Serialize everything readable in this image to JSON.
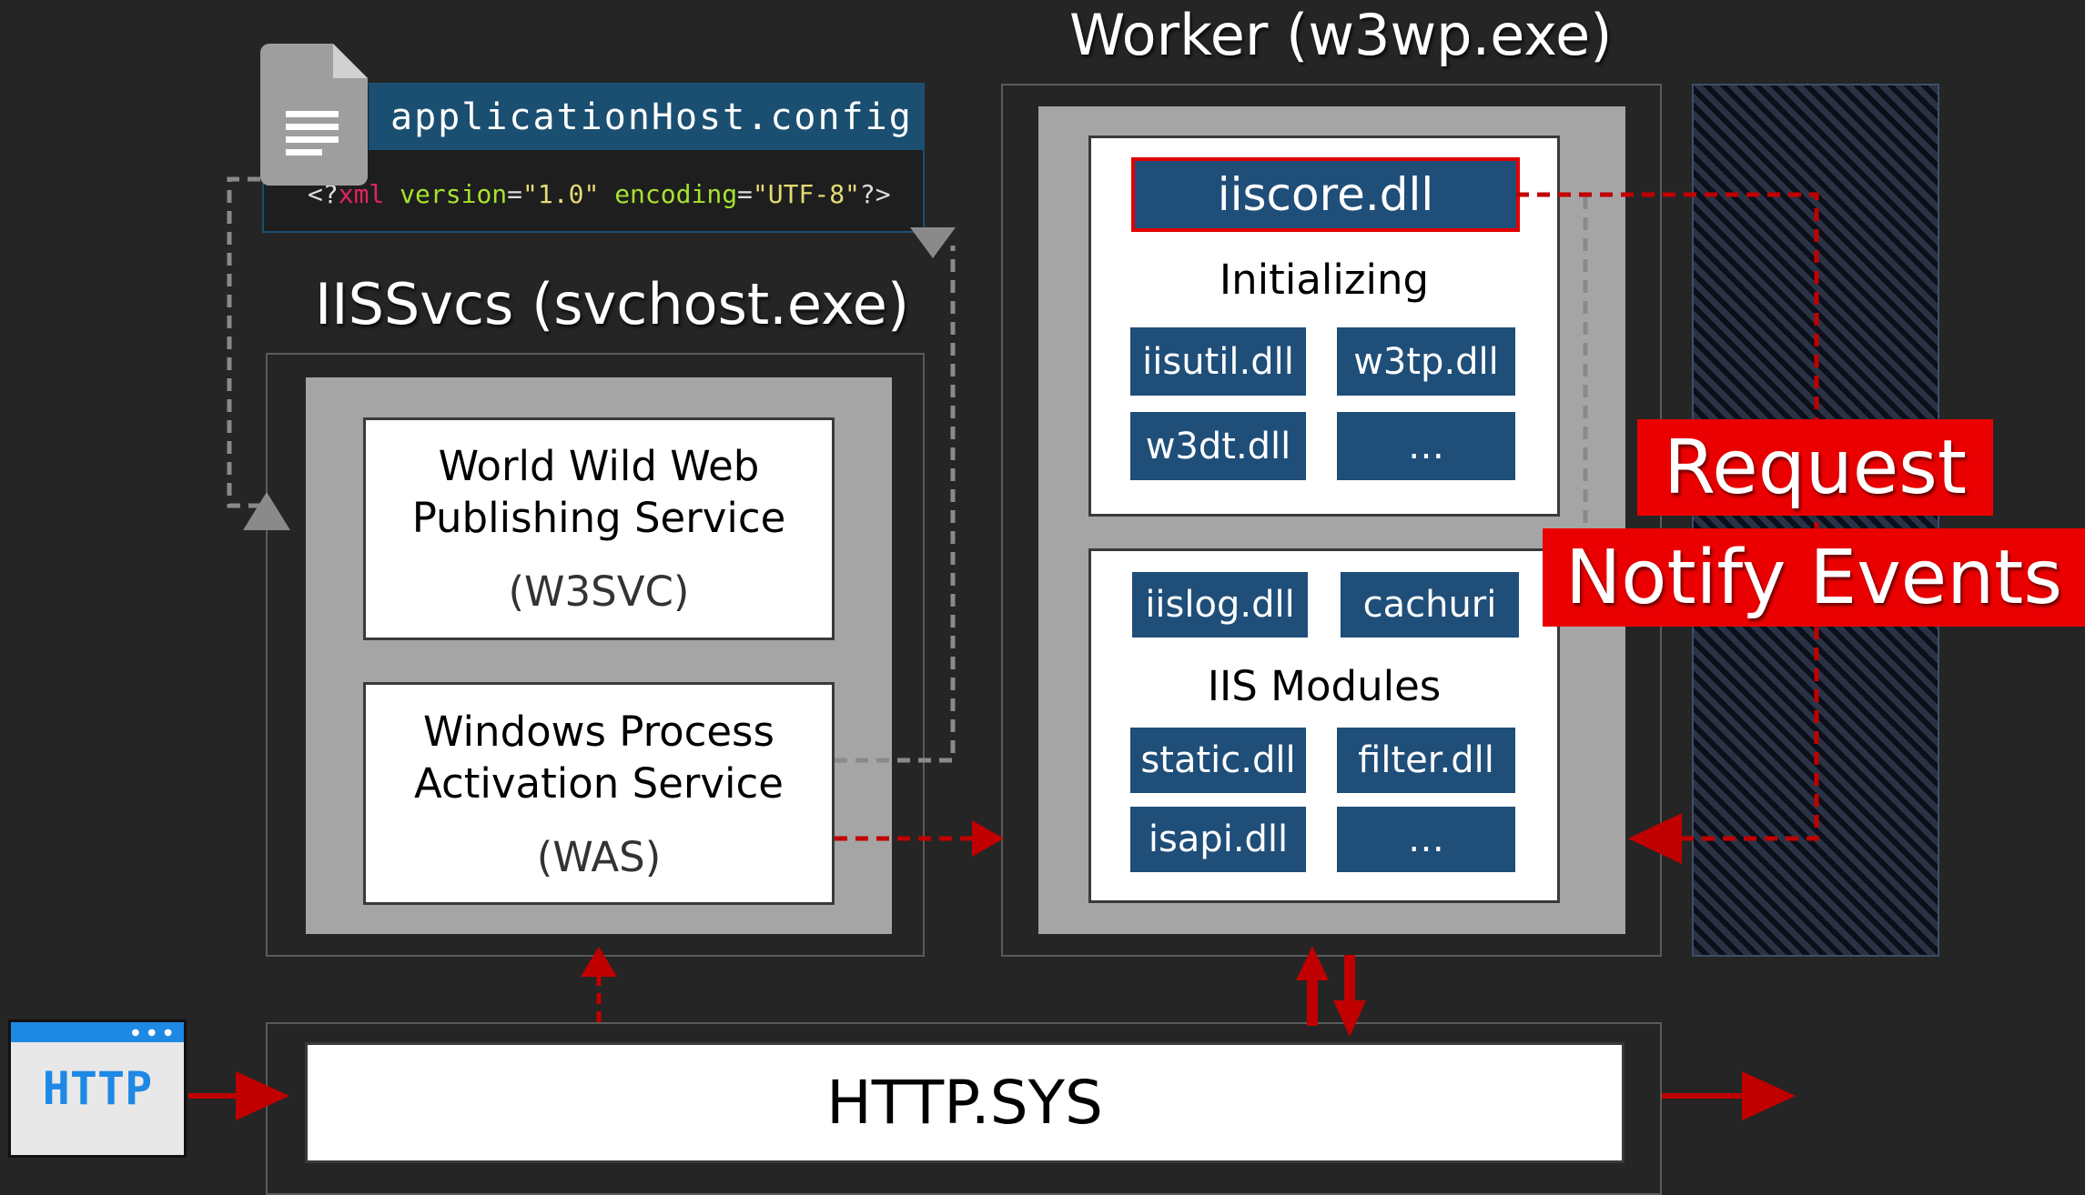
{
  "config": {
    "filename": "applicationHost.config",
    "xml_open": "<?",
    "xml_tag": "xml",
    "xml_attr1_name": "version",
    "xml_attr1_eq": "=",
    "xml_attr1_value": "\"1.0\"",
    "xml_attr2_name": "encoding",
    "xml_attr2_eq": "=",
    "xml_attr2_value": "\"UTF-8\"",
    "xml_close": "?>"
  },
  "iissvcs": {
    "title": "IISSvcs (svchost.exe)",
    "w3svc": {
      "line1": "World Wild Web",
      "line2": "Publishing Service",
      "abbr": "(W3SVC)"
    },
    "was": {
      "line1": "Windows Process",
      "line2": "Activation Service",
      "abbr": "(WAS)"
    }
  },
  "worker": {
    "title": "Worker (w3wp.exe)",
    "core": "iiscore.dll",
    "init_label": "Initializing",
    "init_dlls": [
      "iisutil.dll",
      "w3tp.dll",
      "w3dt.dll",
      "…"
    ],
    "modules_label": "IIS Modules",
    "top_modules": [
      "iislog.dll",
      "cachuri"
    ],
    "modules": [
      "static.dll",
      "filter.dll",
      "isapi.dll",
      "…"
    ]
  },
  "events": {
    "line1": "Request",
    "line2": "Notify Events"
  },
  "http": {
    "icon_text": "HTTP",
    "sys_label": "HTTP.SYS"
  },
  "colors": {
    "background": "#252525",
    "dll_blue": "#1f4e79",
    "accent_red": "#e00000",
    "config_teal": "#1b4f72",
    "xml_pink": "#e0245e",
    "xml_green": "#a6e22e",
    "xml_yellow": "#e6db74"
  }
}
